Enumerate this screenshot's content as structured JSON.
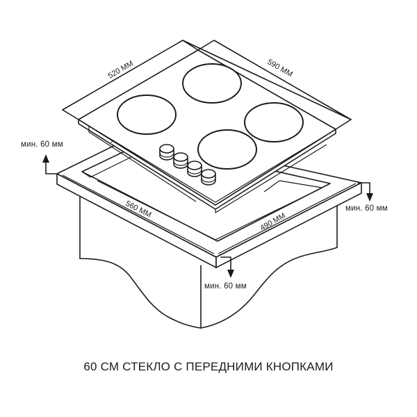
{
  "diagram": {
    "title": "60 СМ СТЕКЛО С ПЕРЕДНИМИ КНОПКАМИ",
    "hob": {
      "width_label": "590 ММ",
      "depth_label": "520 ММ",
      "burner_count": 4,
      "knob_count": 4
    },
    "cutout": {
      "width_label": "560 ММ",
      "depth_label": "490 ММ"
    },
    "clearances": {
      "back_left": "мин. 60 мм",
      "right_side": "мин. 60 мм",
      "front": "мин. 60 мм"
    },
    "colors": {
      "line": "#1a1a1a",
      "background": "#ffffff"
    }
  }
}
